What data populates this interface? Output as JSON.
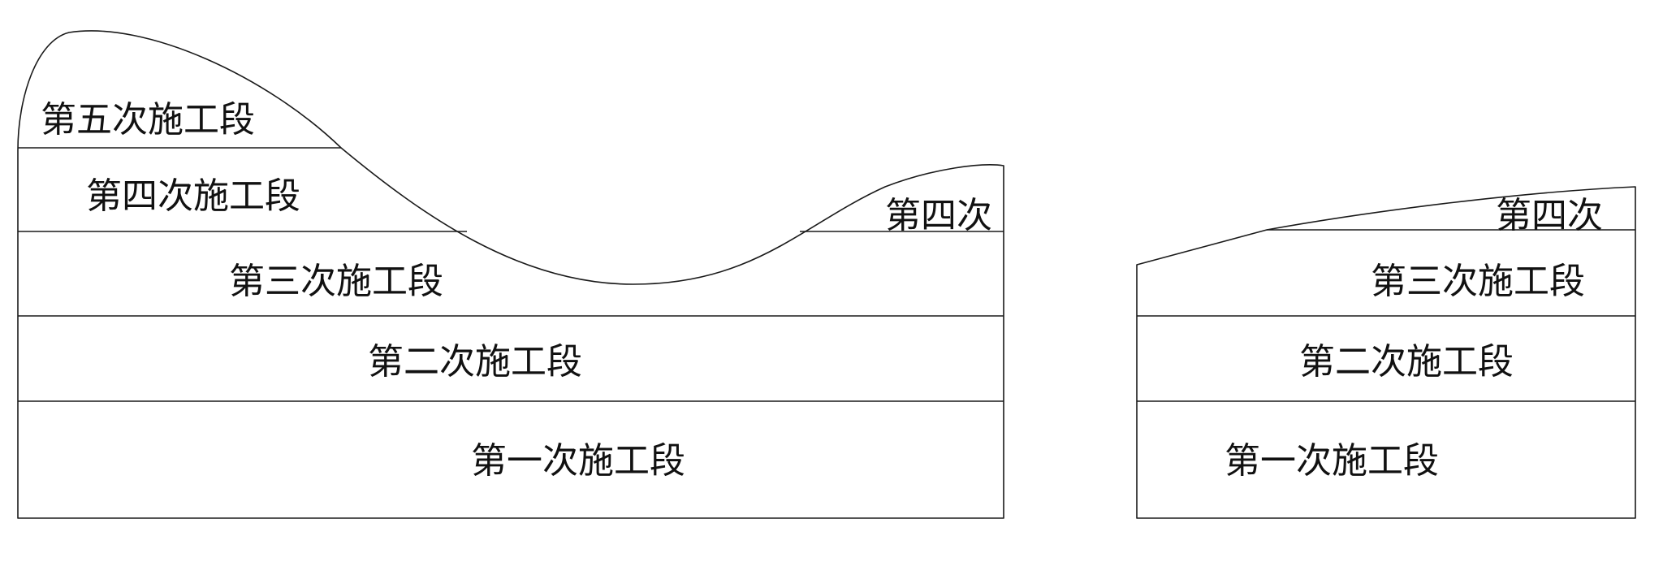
{
  "left_section": {
    "labels": {
      "stage5": "第五次施工段",
      "stage4": "第四次施工段",
      "stage4_short": "第四次",
      "stage3": "第三次施工段",
      "stage2": "第二次施工段",
      "stage1": "第一次施工段"
    }
  },
  "right_section": {
    "labels": {
      "stage4_short": "第四次",
      "stage3": "第三次施工段",
      "stage2": "第二次施工段",
      "stage1": "第一次施工段"
    }
  },
  "colors": {
    "line": "#1a1a1a",
    "text": "#111111",
    "background": "#ffffff"
  }
}
